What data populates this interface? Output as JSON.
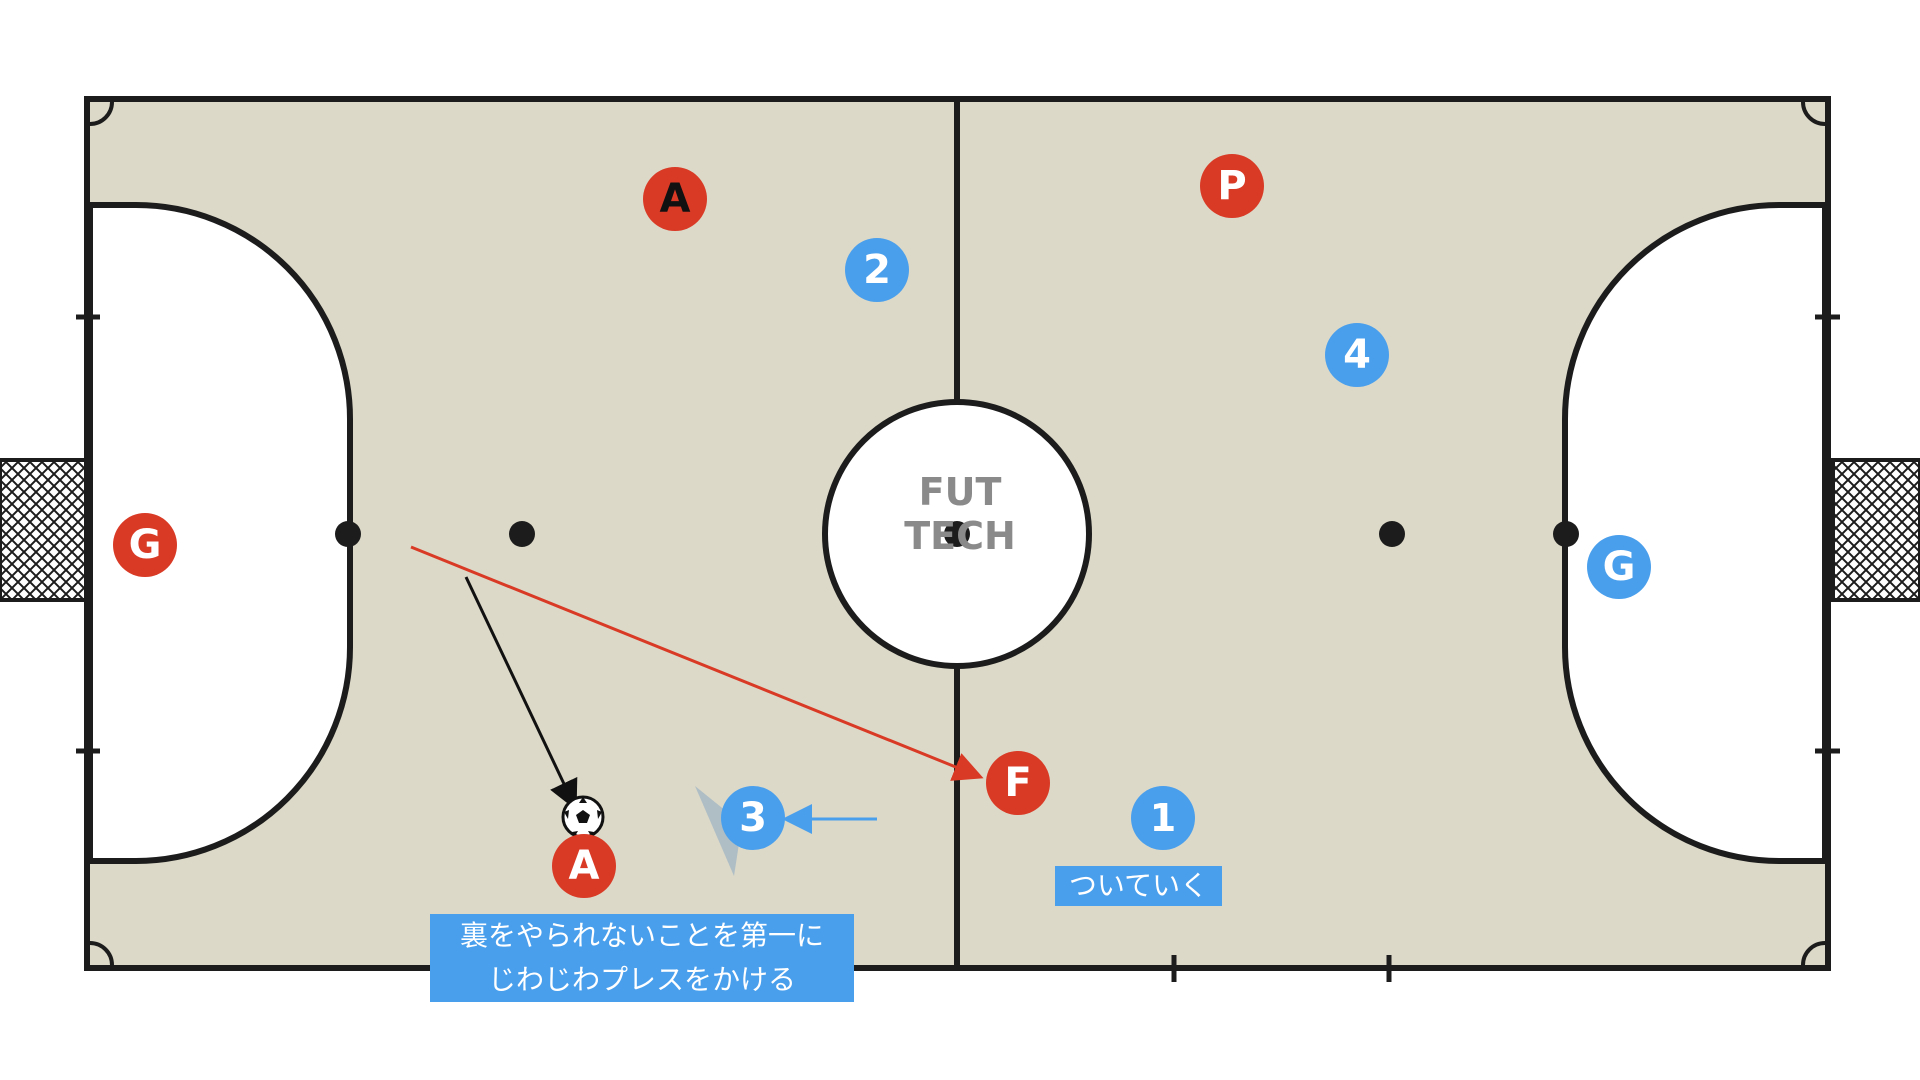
{
  "watermark": "FUT TECH",
  "colors": {
    "court_fill": "#dcd9c8",
    "court_line": "#1c1c1c",
    "team_red": "#d93a26",
    "team_blue": "#4a9fec",
    "pass_arrow": "#d93a26",
    "move_arrow": "#111111",
    "press_arrow": "#4a9fec"
  },
  "players": {
    "red_a_top": "A",
    "red_p": "P",
    "red_g": "G",
    "red_f": "F",
    "red_a_bottom": "A",
    "blue_1": "1",
    "blue_2": "2",
    "blue_3": "3",
    "blue_4": "4",
    "blue_g": "G"
  },
  "annotations": {
    "caption_a_line1": "裏をやられないことを第一に",
    "caption_a_line2": "じわじわプレスをかける",
    "caption_1": "ついていく"
  },
  "icons": {
    "ball": "soccer-ball-icon"
  }
}
